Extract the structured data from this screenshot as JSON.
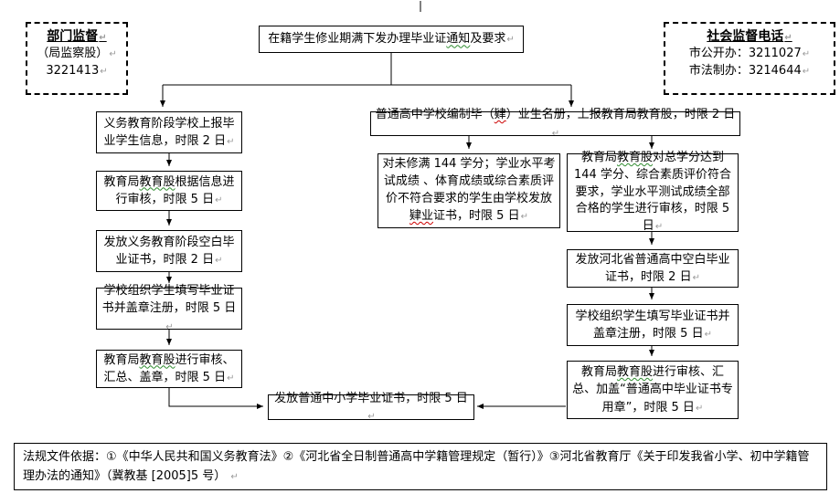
{
  "colors": {
    "line": "#000000",
    "box_border": "#000000",
    "spellcheck_red": "#cc0000",
    "spellcheck_green": "#2e8b2e",
    "return_mark_gray": "#9a9a9a"
  },
  "monitors": {
    "left": {
      "title": "部门监督",
      "line2": "（局监察股）",
      "line3": "3221413"
    },
    "right": {
      "title": "社会监督电话",
      "line2": "市公开办：3211027",
      "line3": "市法制办：3214644"
    }
  },
  "flow": {
    "start": {
      "segments": [
        {
          "t": "在籍学生修业期满下发办理毕业证",
          "m": null
        },
        {
          "t": "通知",
          "m": "green"
        },
        {
          "t": "及要求",
          "m": null
        }
      ]
    },
    "left_branch": [
      {
        "segments": [
          {
            "t": "义务教育阶段学校上报毕业学生信息，时限 2 日",
            "m": null
          }
        ]
      },
      {
        "segments": [
          {
            "t": "教育局",
            "m": null
          },
          {
            "t": "教育股",
            "m": "green"
          },
          {
            "t": "根据信息进行审核，时限 5 日",
            "m": null
          }
        ]
      },
      {
        "segments": [
          {
            "t": "发放义务教育阶段空白毕业证书，时限 2 日",
            "m": null
          }
        ]
      },
      {
        "segments": [
          {
            "t": "学校组织学生填写毕业证书并盖章注册，时限 5 日",
            "m": null
          }
        ]
      },
      {
        "segments": [
          {
            "t": "教育局",
            "m": null
          },
          {
            "t": "教育股",
            "m": "green"
          },
          {
            "t": "进行审核、汇总、盖章，时限 5 日",
            "m": null
          }
        ]
      }
    ],
    "right_branch": {
      "header": {
        "segments": [
          {
            "t": "普通高中学校编制毕（",
            "m": null
          },
          {
            "t": "肄",
            "m": "red"
          },
          {
            "t": "）业生名册，上报教育局教育股，时限 2 日",
            "m": null
          }
        ]
      },
      "fail": {
        "segments": [
          {
            "t": "对未修满 144 学分；学业水平考试成绩 、体育成绩或综合素质评价不符合要求的学生由学校发放",
            "m": null
          },
          {
            "t": "肄业",
            "m": "red"
          },
          {
            "t": "证书，时限 5 日",
            "m": null
          }
        ]
      },
      "pass": [
        {
          "segments": [
            {
              "t": "教育局",
              "m": null
            },
            {
              "t": "教育股",
              "m": "green"
            },
            {
              "t": "对总学分达到 144 学分、综合素质评价符合要求，学业水平测试成绩全部合格的学生进行审核，时限 5 日",
              "m": null
            }
          ]
        },
        {
          "segments": [
            {
              "t": "发放河北省普通高中空白毕业证书，时限 2 日",
              "m": null
            }
          ]
        },
        {
          "segments": [
            {
              "t": "学校组织学生填写毕业证书并盖章注册，时限 5 日",
              "m": null
            }
          ]
        },
        {
          "segments": [
            {
              "t": "教育局",
              "m": null
            },
            {
              "t": "教育股",
              "m": "green"
            },
            {
              "t": "进行审核、汇总、加盖“普通高中毕业证书专用章”，时限 5 日",
              "m": null
            }
          ]
        }
      ]
    },
    "end": {
      "segments": [
        {
          "t": "发放普通中小学毕业证书，时限 5 日",
          "m": null
        }
      ]
    }
  },
  "legal": {
    "text": "法规文件依据：①《中华人民共和国义务教育法》②《河北省全日制普通高中学籍管理规定（暂行）》③河北省教育厅《关于印发我省小学、初中学籍管理办法的通知》（冀教基 [2005]5 号）"
  }
}
